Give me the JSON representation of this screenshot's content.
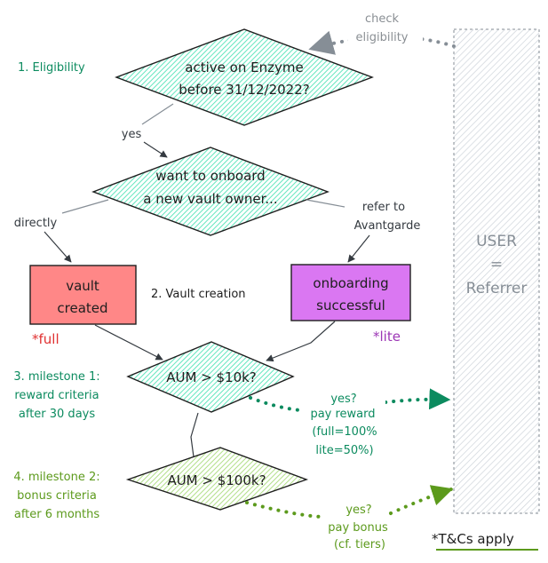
{
  "diagram": {
    "decisions": {
      "eligibility": {
        "lines": [
          "active on Enzyme",
          "before 31/12/2022?"
        ]
      },
      "onboard": {
        "lines": [
          "want to onboard",
          "a new vault owner..."
        ]
      },
      "aum10k": {
        "lines": [
          "AUM > $10k?"
        ]
      },
      "aum100k": {
        "lines": [
          "AUM > $100k?"
        ]
      }
    },
    "boxes": {
      "vault_created": {
        "lines": [
          "vault",
          "created"
        ],
        "color": "#ff8787",
        "tag": "*full",
        "tag_color": "#e03131"
      },
      "onboarding_successful": {
        "lines": [
          "onboarding",
          "successful"
        ],
        "color": "#da77f2",
        "tag": "*lite",
        "tag_color": "#9c36b5"
      }
    },
    "user_box": {
      "lines": [
        "USER",
        "=",
        "Referrer"
      ]
    },
    "edge_labels": {
      "check_eligibility": [
        "check",
        "eligibility"
      ],
      "yes": "yes",
      "directly": "directly",
      "refer_to": [
        "refer to",
        "Avantgarde"
      ],
      "pay_reward": [
        "yes?",
        "pay reward",
        "(full=100%",
        "lite=50%)"
      ],
      "pay_bonus": [
        "yes?",
        "pay bonus",
        "(cf. tiers)"
      ]
    },
    "steps": {
      "step1": [
        "1. Eligibility"
      ],
      "step2": [
        "2. Vault creation"
      ],
      "step3": [
        "3. milestone 1:",
        "reward criteria",
        "after 30 days"
      ],
      "step4": [
        "4. milestone 2:",
        "bonus criteria",
        "after 6 months"
      ]
    },
    "footnote": "*T&Cs apply",
    "colors": {
      "teal_fill": "#63e6be",
      "teal_text": "#0c8b5f",
      "green_fill": "#b2df8a",
      "green_text": "#5c9a1c",
      "stroke": "#1e1e1e",
      "user_hatch": "#adb5bd"
    }
  }
}
